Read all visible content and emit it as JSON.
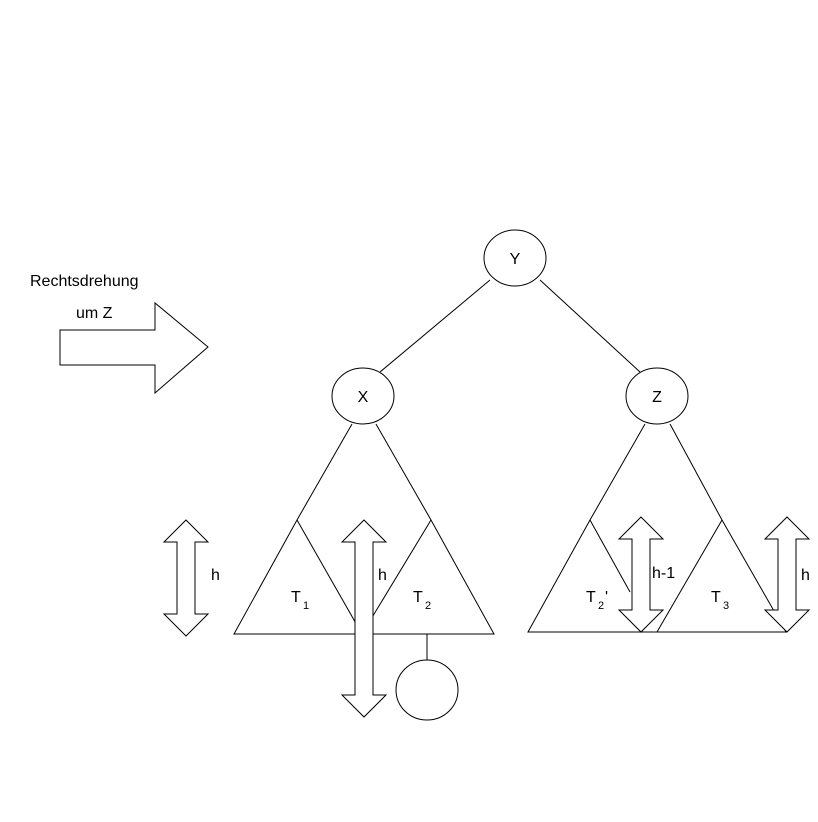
{
  "caption": {
    "line1": "Rechtsdrehung",
    "line2": "um Z"
  },
  "nodes": {
    "y": "Y",
    "x": "X",
    "z": "Z"
  },
  "subtrees": {
    "t1": {
      "base": "T",
      "sub": "1",
      "suffix": ""
    },
    "t2": {
      "base": "T",
      "sub": "2",
      "suffix": ""
    },
    "t2p": {
      "base": "T",
      "sub": "2",
      "suffix": "'"
    },
    "t3": {
      "base": "T",
      "sub": "3",
      "suffix": ""
    }
  },
  "heights": {
    "left": "h",
    "middle": "h",
    "right_middle": "h-1",
    "right": "h"
  }
}
